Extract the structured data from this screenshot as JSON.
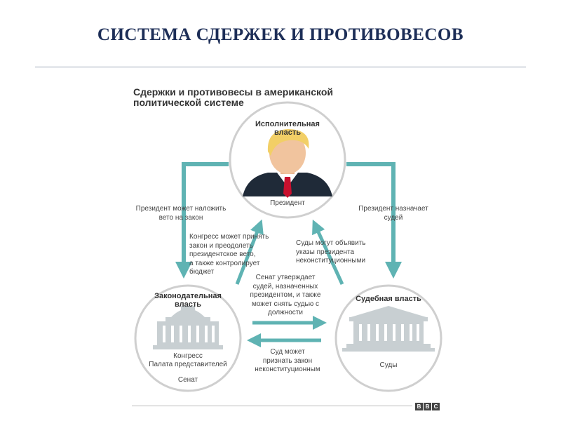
{
  "slide": {
    "title": "СИСТЕМА СДЕРЖЕК И ПРОТИВОВЕСОВ"
  },
  "graphic": {
    "title_line1": "Сдержки и противовесы в американской",
    "title_line2": "политической системе",
    "brand": [
      "B",
      "B",
      "C"
    ]
  },
  "nodes": {
    "executive": {
      "title_line1": "Исполнительная",
      "title_line2": "власть",
      "subtitle": "Президент"
    },
    "legislative": {
      "title_line1": "Законодательная",
      "title_line2": "власть",
      "sub_line1": "Конгресс",
      "sub_line2": "Палата представителей",
      "sub_line3": "Сенат"
    },
    "judicial": {
      "title": "Судебная власть",
      "subtitle": "Суды"
    }
  },
  "edges": {
    "president_veto": [
      "Президент может наложить",
      "вето на закон"
    ],
    "president_appoints": [
      "Президент назначает",
      "судей"
    ],
    "congress_override": [
      "Конгресс может принять",
      "закон и преодолеть",
      "президентское вето,",
      "а также контролирует",
      "бюджет"
    ],
    "courts_unconstitutional_orders": [
      "Суды могут объявить",
      "указы президента",
      "неконституционными"
    ],
    "senate_confirms": [
      "Сенат утверждает",
      "судей, назначенных",
      "президентом, и также",
      "может снять судью с",
      "должности"
    ],
    "court_strikes_law": [
      "Суд может",
      "признать закон",
      "неконституционным"
    ]
  },
  "colors": {
    "accent": "#5fb3b3",
    "circle_border": "#cfcfcf",
    "title": "#1d2e57",
    "building": "#c8cfd2"
  }
}
